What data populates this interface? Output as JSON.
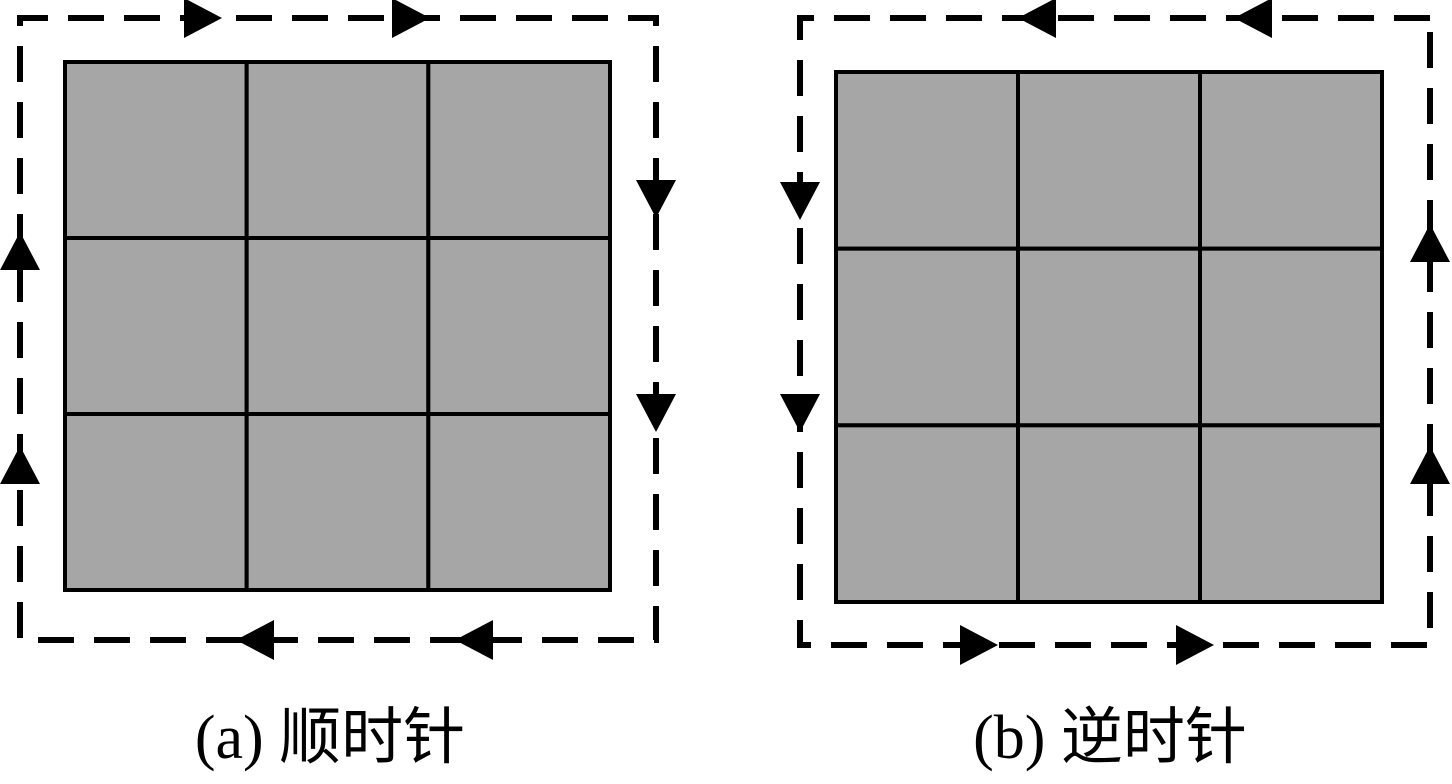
{
  "colors": {
    "cell_fill": "#a6a6a6",
    "stroke": "#000000",
    "background": "#ffffff"
  },
  "panels": [
    {
      "id": "a",
      "caption": "(a) 顺时针",
      "grid": {
        "rows": 3,
        "cols": 3
      },
      "direction": "clockwise"
    },
    {
      "id": "b",
      "caption": "(b) 逆时针",
      "grid": {
        "rows": 3,
        "cols": 3
      },
      "direction": "counterclockwise"
    }
  ]
}
